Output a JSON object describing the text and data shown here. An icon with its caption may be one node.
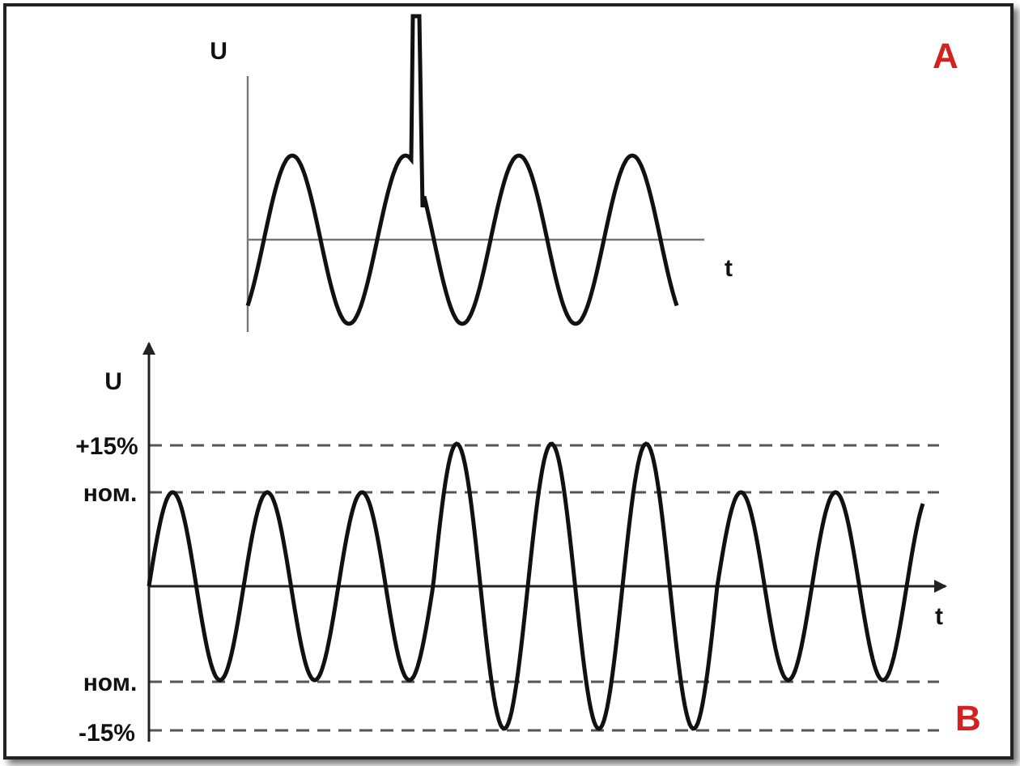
{
  "diagram": {
    "labels": [
      "U",
      "A",
      "t",
      "U",
      "+15%",
      "ном.",
      "t",
      "ном.",
      "B",
      "-15%"
    ]
  }
}
